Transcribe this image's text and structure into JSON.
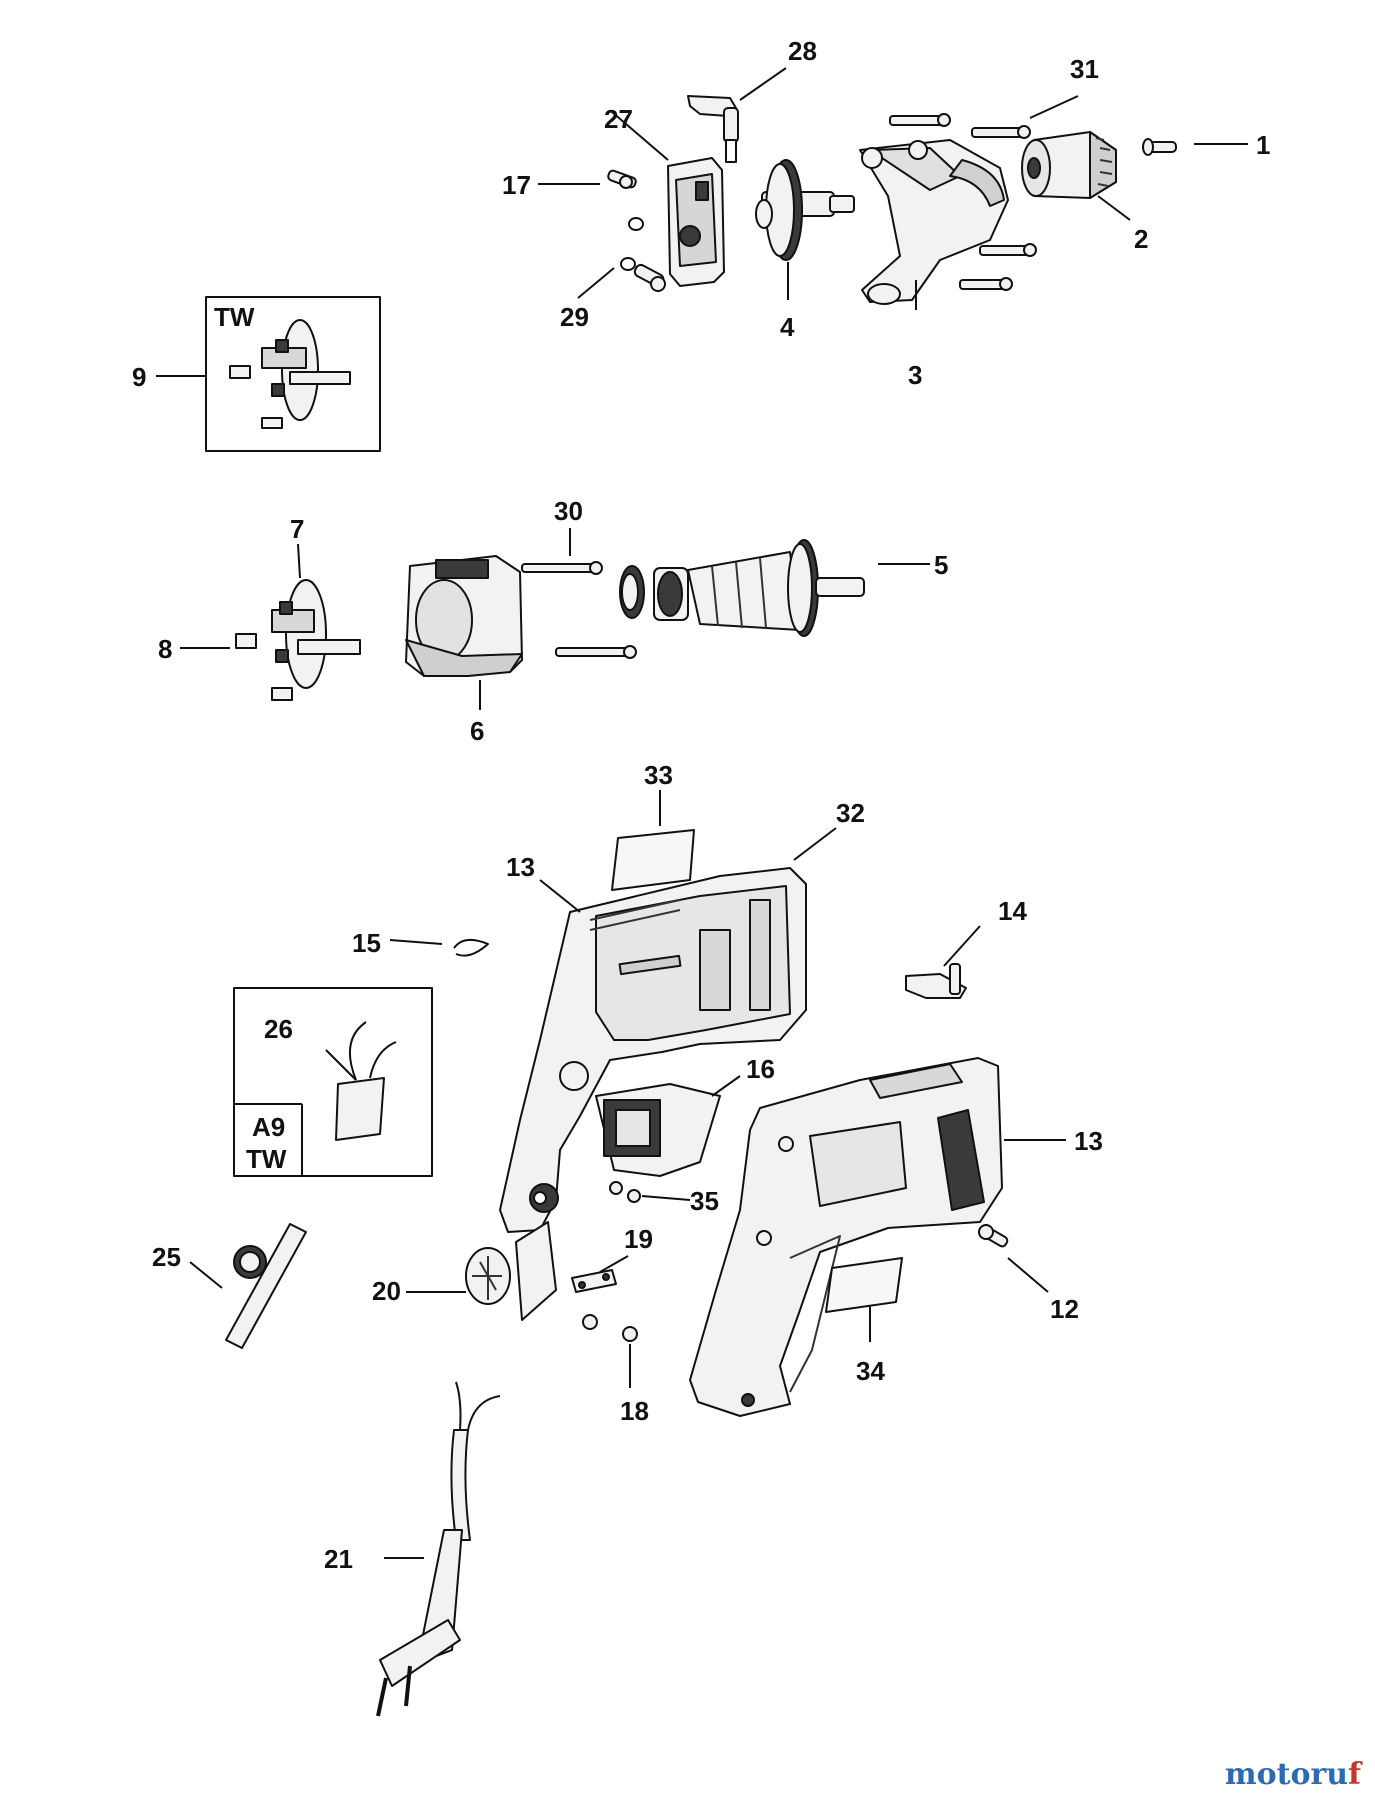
{
  "colors": {
    "ink": "#111111",
    "part_fill": "#f2f2f2",
    "part_dark": "#3a3a3a",
    "watermark_blue": "#2d6bb0",
    "watermark_red": "#c0392b"
  },
  "boxes": {
    "brush_plate_box_label": "TW",
    "brush_box_label_top": "A9",
    "brush_box_label_bottom": "TW"
  },
  "callouts": [
    {
      "id": "c1",
      "text": "1"
    },
    {
      "id": "c2",
      "text": "2"
    },
    {
      "id": "c3",
      "text": "3"
    },
    {
      "id": "c4",
      "text": "4"
    },
    {
      "id": "c5",
      "text": "5"
    },
    {
      "id": "c6",
      "text": "6"
    },
    {
      "id": "c7",
      "text": "7"
    },
    {
      "id": "c8",
      "text": "8"
    },
    {
      "id": "c9",
      "text": "9"
    },
    {
      "id": "c12",
      "text": "12"
    },
    {
      "id": "c13a",
      "text": "13"
    },
    {
      "id": "c13b",
      "text": "13"
    },
    {
      "id": "c14",
      "text": "14"
    },
    {
      "id": "c15",
      "text": "15"
    },
    {
      "id": "c16",
      "text": "16"
    },
    {
      "id": "c17",
      "text": "17"
    },
    {
      "id": "c18",
      "text": "18"
    },
    {
      "id": "c19",
      "text": "19"
    },
    {
      "id": "c20",
      "text": "20"
    },
    {
      "id": "c21",
      "text": "21"
    },
    {
      "id": "c25",
      "text": "25"
    },
    {
      "id": "c26",
      "text": "26"
    },
    {
      "id": "c27",
      "text": "27"
    },
    {
      "id": "c28",
      "text": "28"
    },
    {
      "id": "c29",
      "text": "29"
    },
    {
      "id": "c30",
      "text": "30"
    },
    {
      "id": "c31",
      "text": "31"
    },
    {
      "id": "c32",
      "text": "32"
    },
    {
      "id": "c33",
      "text": "33"
    },
    {
      "id": "c34",
      "text": "34"
    },
    {
      "id": "c35",
      "text": "35"
    }
  ],
  "watermark": {
    "part1": "motoru",
    "part2": "f"
  }
}
